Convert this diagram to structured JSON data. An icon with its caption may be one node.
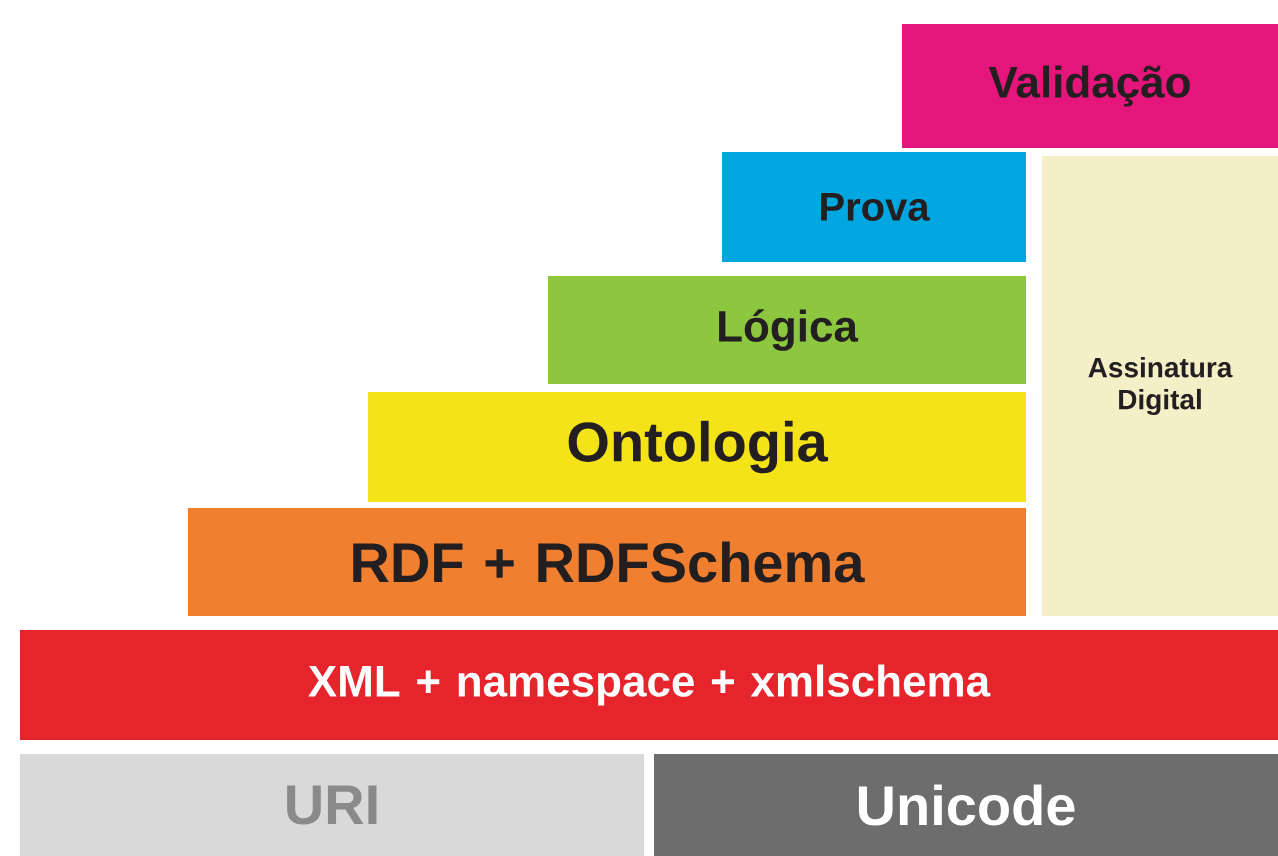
{
  "diagram": {
    "nodes": [
      {
        "text": [
          "Validação"
        ]
      },
      {
        "text": [
          "Prova"
        ]
      },
      {
        "text": [
          "Assinatura Digital"
        ]
      },
      {
        "text": [
          "Lógica"
        ]
      },
      {
        "text": [
          "Ontologia"
        ]
      },
      {
        "text": [
          "RDF + RDFSchema"
        ]
      },
      {
        "text": [
          "XML + namespace + xmlschema"
        ]
      },
      {
        "text": [
          "URI"
        ]
      },
      {
        "text": [
          "Unicode"
        ]
      }
    ]
  }
}
